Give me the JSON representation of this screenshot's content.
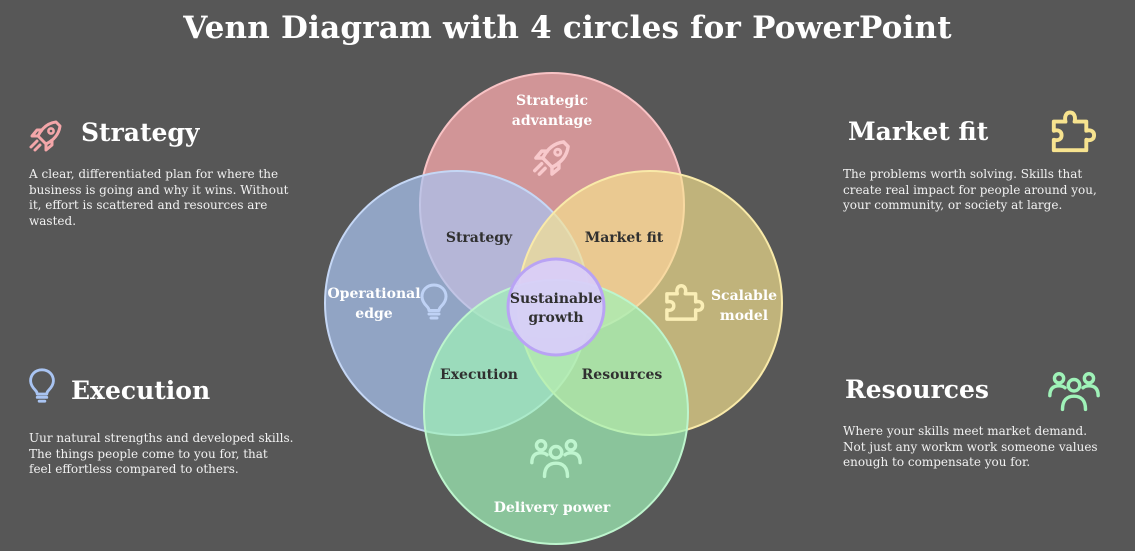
{
  "title": "Venn Diagram with 4 circles for PowerPoint",
  "colors": {
    "background": "#575757",
    "strategy": "#f4a6a9",
    "execution": "#a9c4f2",
    "market_fit": "#f7e38f",
    "resources": "#9ff2b8",
    "center": "#d9cdfb"
  },
  "circles": {
    "top": {
      "label_line1": "Strategic",
      "label_line2": "advantage",
      "icon": "rocket-icon"
    },
    "left": {
      "label_line1": "Operational",
      "label_line2": "edge",
      "icon": "lightbulb-icon"
    },
    "right": {
      "label_line1": "Scalable",
      "label_line2": "model",
      "icon": "puzzle-icon"
    },
    "bottom": {
      "label": "Delivery power",
      "icon": "people-icon"
    }
  },
  "overlaps": {
    "top_left": "Strategy",
    "top_right": "Market fit",
    "bottom_left": "Execution",
    "bottom_right": "Resources"
  },
  "center": {
    "line1": "Sustainable",
    "line2": "growth"
  },
  "sides": {
    "strategy": {
      "heading": "Strategy",
      "text": "A clear, differentiated plan for where the business is going and why it wins. Without it, effort is scattered and resources are wasted.",
      "icon": "rocket-icon"
    },
    "execution": {
      "heading": "Execution",
      "text": "Uur natural strengths and developed skills. The things people come to you for, that feel effortless compared to others.",
      "icon": "lightbulb-icon"
    },
    "market_fit": {
      "heading": "Market fit",
      "text": "The problems worth solving. Skills that create real impact for people around you, your community, or society at large.",
      "icon": "puzzle-icon"
    },
    "resources": {
      "heading": "Resources",
      "text": "Where your skills meet market demand. Not just any workm work someone values enough to compensate you for.",
      "icon": "people-icon"
    }
  }
}
